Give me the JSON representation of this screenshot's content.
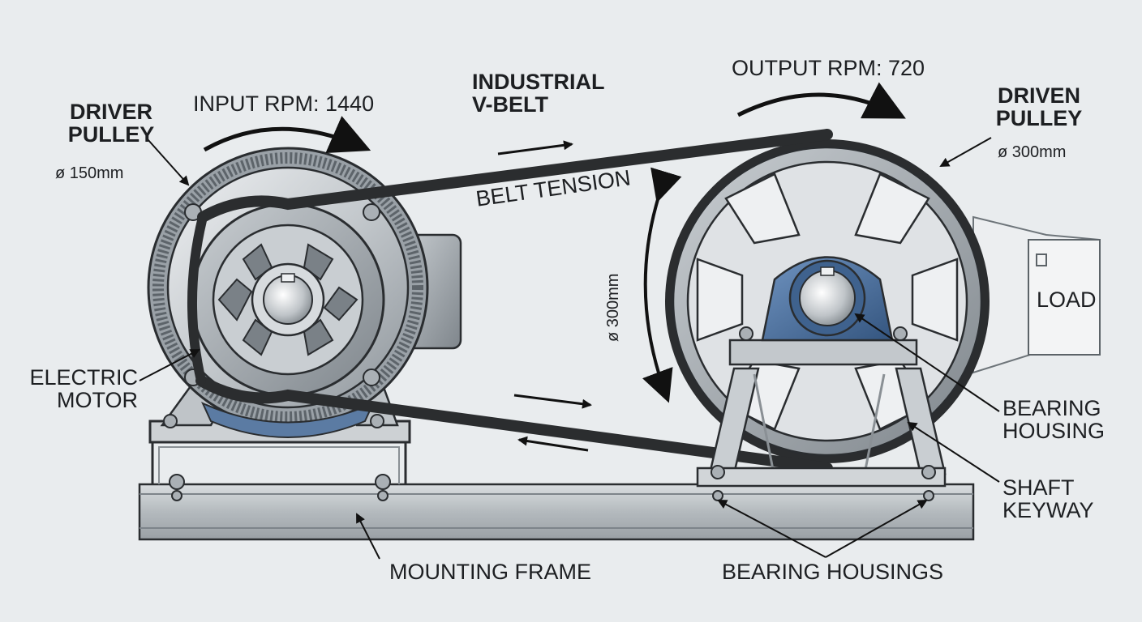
{
  "labels": {
    "driver_title_line1": "DRIVER",
    "driver_title_line2": "PULLEY",
    "driver_diameter": "ø 150mm",
    "input_rpm": "INPUT RPM: 1440",
    "belt_title_line1": "INDUSTRIAL",
    "belt_title_line2": "V-BELT",
    "belt_tension": "BELT TENSION",
    "output_rpm": "OUTPUT RPM: 720",
    "driven_title_line1": "DRIVEN",
    "driven_title_line2": "PULLEY",
    "driven_diameter": "ø 300mm",
    "center_dimension": "ø 300mm",
    "load": "LOAD",
    "motor_line1": "ELECTRIC",
    "motor_line2": "MOTOR",
    "bearing_line1": "BEARING",
    "bearing_line2": "HOUSING",
    "shaft_line1": "SHAFT",
    "shaft_line2": "KEYWAY",
    "mounting_frame": "MOUNTING FRAME",
    "bearing_housings": "BEARING HOUSINGS"
  },
  "colors": {
    "background": "#e9ecee",
    "metal_light": "#d5d9dc",
    "metal_mid": "#a9afb4",
    "metal_dark": "#7d848a",
    "outline": "#2a2d30",
    "belt": "#2b2d2f",
    "bearing_blue": "#4a6f9c",
    "text": "#1d1f22"
  }
}
